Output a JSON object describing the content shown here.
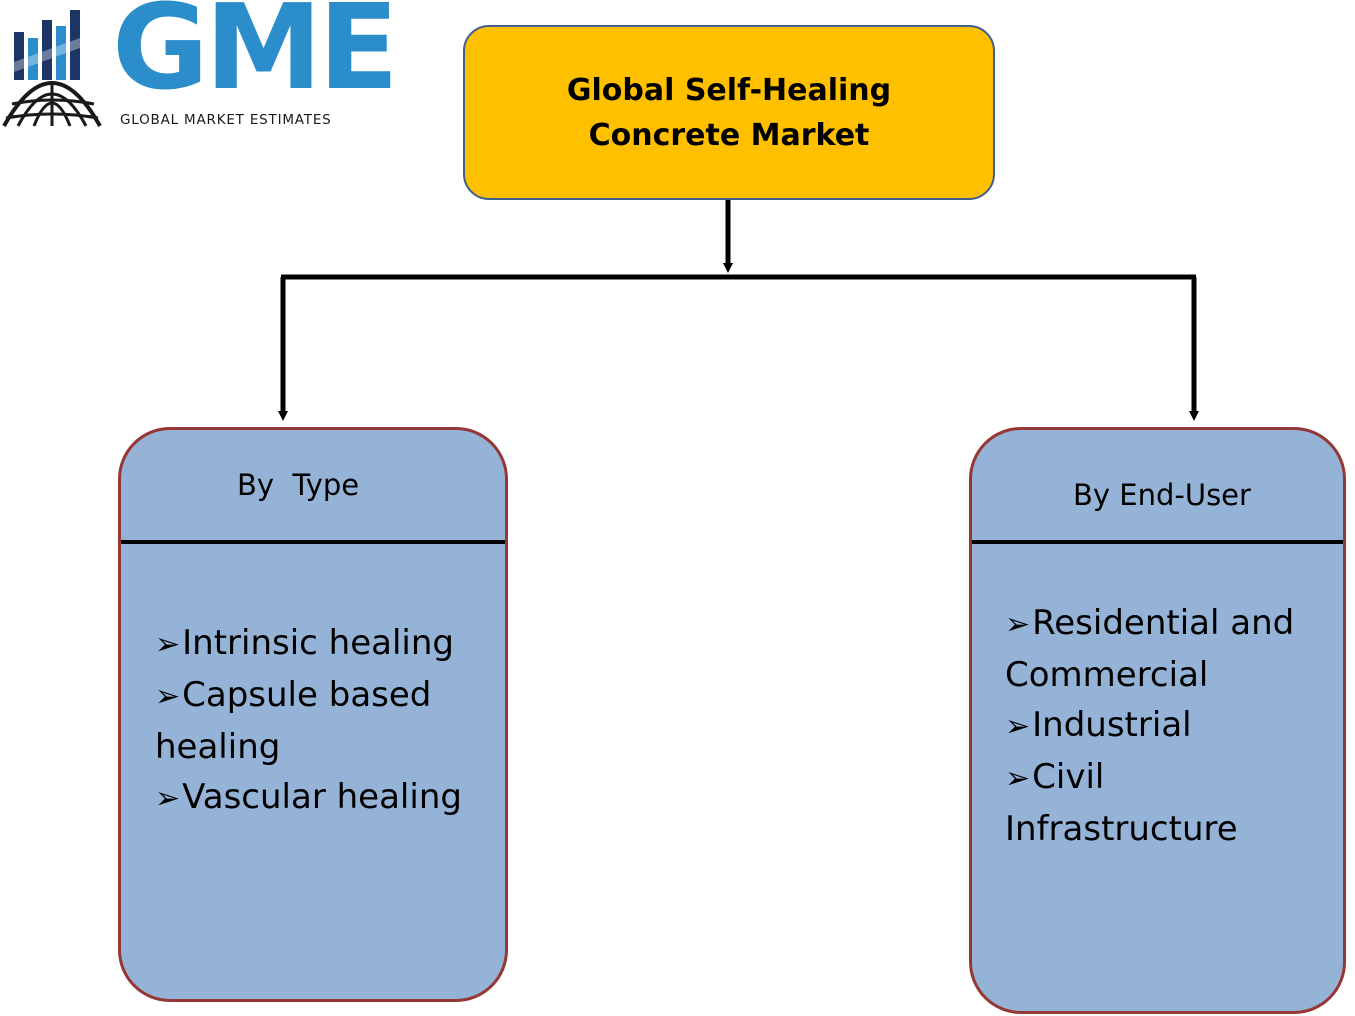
{
  "logo": {
    "letters": "GME",
    "tagline": "GLOBAL MARKET ESTIMATES",
    "colors": {
      "brand_blue": "#2b8ecb",
      "dark_navy": "#1c3566"
    }
  },
  "root": {
    "title": "Global Self-Healing Concrete Market"
  },
  "branches": [
    {
      "title": "By  Type",
      "items": [
        "Intrinsic healing",
        "Capsule based healing",
        "Vascular healing"
      ]
    },
    {
      "title": "By End-User",
      "items": [
        "Residential and Commercial",
        "Industrial",
        "Civil Infrastructure"
      ]
    }
  ],
  "colors": {
    "root_fill": "#ffc000",
    "root_border": "#3f5f8c",
    "branch_fill": "#95b3d7",
    "branch_border": "#953735"
  },
  "icons": {
    "bullet": "arrowhead-bullet-icon"
  }
}
